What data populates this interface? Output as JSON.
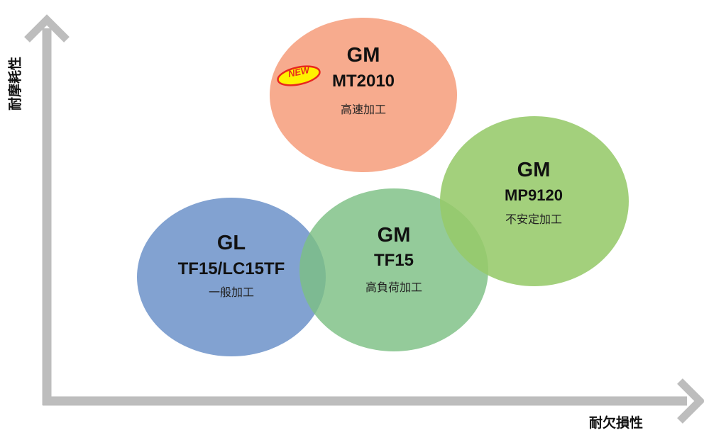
{
  "axes": {
    "y_label": "耐摩耗性",
    "x_label": "耐欠損性"
  },
  "badge": {
    "text": "NEW"
  },
  "groups": {
    "mt2010": {
      "grade": "GM",
      "code": "MT2010",
      "desc": "高速加工",
      "color": "#f7a688"
    },
    "mp9120": {
      "grade": "GM",
      "code": "MP9120",
      "desc": "不安定加工",
      "color": "#9ccc70"
    },
    "tf15": {
      "grade": "GM",
      "code": "TF15",
      "desc": "高負荷加工",
      "color": "#87c48a"
    },
    "gl": {
      "grade": "GL",
      "code": "TF15/LC15TF",
      "desc": "一般加工",
      "color": "#7e9fd0"
    }
  },
  "colors": {
    "axis": "#bdbdbd",
    "badge_fill": "#fff200",
    "badge_text": "#e8281e"
  }
}
